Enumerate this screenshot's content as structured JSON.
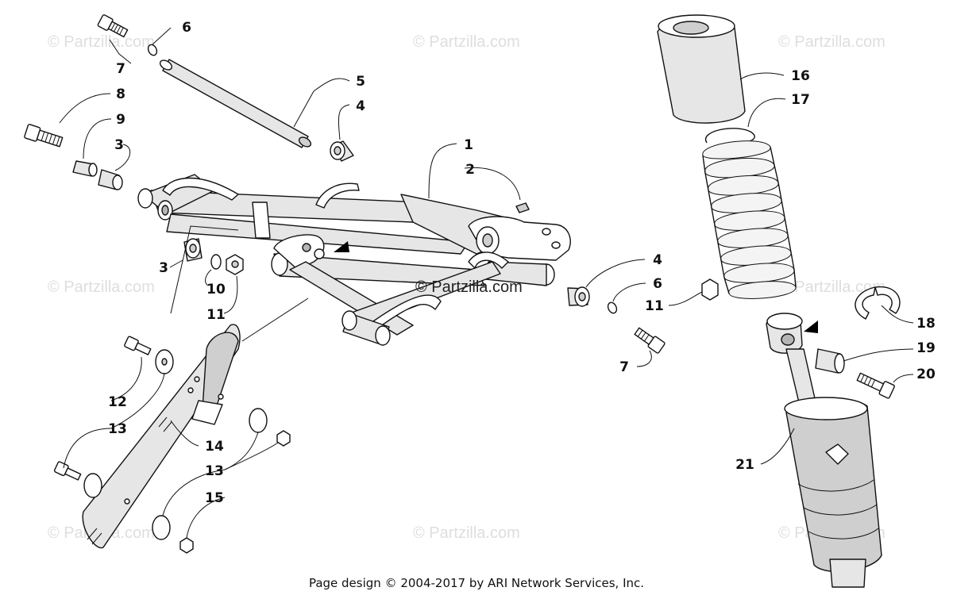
{
  "watermark": "© Partzilla.com",
  "center_watermark": "© Partzilla.com",
  "footer": "Page design © 2004-2017 by ARI Network Services, Inc.",
  "callouts": {
    "c1": "1",
    "c2": "2",
    "c3a": "3",
    "c3b": "3",
    "c4a": "4",
    "c4b": "4",
    "c5": "5",
    "c6a": "6",
    "c6b": "6",
    "c7a": "7",
    "c7b": "7",
    "c8": "8",
    "c9": "9",
    "c10": "10",
    "c11a": "11",
    "c11b": "11",
    "c12": "12",
    "c13a": "13",
    "c13b": "13",
    "c14": "14",
    "c15": "15",
    "c16": "16",
    "c17": "17",
    "c18": "18",
    "c19": "19",
    "c20": "20",
    "c21": "21"
  }
}
